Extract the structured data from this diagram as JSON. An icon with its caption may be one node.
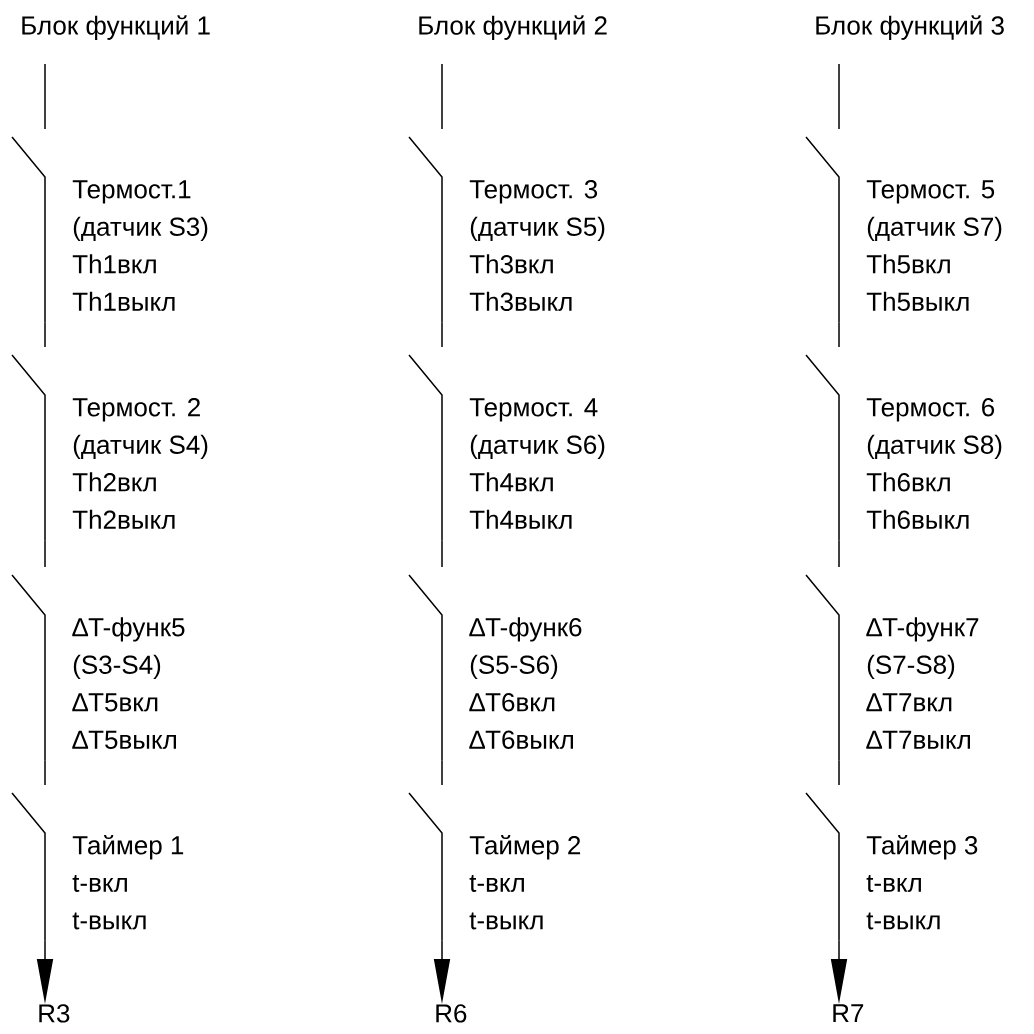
{
  "diagram": {
    "nodes": [
      {
        "text": [
          "Блок функций 1"
        ]
      },
      {
        "text": [
          "Термост.1",
          "(датчик S3)",
          "Th1вкл",
          "Th1выкл"
        ]
      },
      {
        "text": [
          "Термост. 2",
          "(датчик S4)",
          "Th2вкл",
          "Th2выкл"
        ]
      },
      {
        "text": [
          "∆T-функ5",
          "(S3-S4)",
          "∆T5вкл",
          "∆T5выкл"
        ]
      },
      {
        "text": [
          "Таймер 1",
          "t-вкл",
          "t-выкл"
        ]
      },
      {
        "text": [
          "R3"
        ]
      },
      {
        "text": [
          "Блок функций 2"
        ]
      },
      {
        "text": [
          "Термост. 3",
          "(датчик S5)",
          "Th3вкл",
          "Th3выкл"
        ]
      },
      {
        "text": [
          "Термост. 4",
          "(датчик S6)",
          "Th4вкл",
          "Th4выкл"
        ]
      },
      {
        "text": [
          "∆T-функ6",
          "(S5-S6)",
          "∆T6вкл",
          "∆T6выкл"
        ]
      },
      {
        "text": [
          "Таймер 2",
          "t-вкл",
          "t-выкл"
        ]
      },
      {
        "text": [
          "R6"
        ]
      },
      {
        "text": [
          "Блок функций 3"
        ]
      },
      {
        "text": [
          "Термост. 5",
          "(датчик S7)",
          "Th5вкл",
          "Th5выкл"
        ]
      },
      {
        "text": [
          "Термост. 6",
          "(датчик S8)",
          "Th6вкл",
          "Th6выкл"
        ]
      },
      {
        "text": [
          "∆T-функ7",
          "(S7-S8)",
          "∆T7вкл",
          "∆T7выкл"
        ]
      },
      {
        "text": [
          "Таймер 3",
          "t-вкл",
          "t-выкл"
        ]
      },
      {
        "text": [
          "R7"
        ]
      }
    ],
    "edges": [
      {
        "from": 0,
        "to": 1,
        "arrow": "none"
      },
      {
        "from": 1,
        "to": 2,
        "arrow": "none"
      },
      {
        "from": 2,
        "to": 3,
        "arrow": "none"
      },
      {
        "from": 3,
        "to": 4,
        "arrow": "none"
      },
      {
        "from": 4,
        "to": 5,
        "arrow": "to"
      },
      {
        "from": 6,
        "to": 7,
        "arrow": "none"
      },
      {
        "from": 7,
        "to": 8,
        "arrow": "none"
      },
      {
        "from": 8,
        "to": 9,
        "arrow": "none"
      },
      {
        "from": 9,
        "to": 10,
        "arrow": "none"
      },
      {
        "from": 10,
        "to": 11,
        "arrow": "to"
      },
      {
        "from": 12,
        "to": 13,
        "arrow": "none"
      },
      {
        "from": 13,
        "to": 14,
        "arrow": "none"
      },
      {
        "from": 14,
        "to": 15,
        "arrow": "none"
      },
      {
        "from": 15,
        "to": 16,
        "arrow": "none"
      },
      {
        "from": 16,
        "to": 17,
        "arrow": "to"
      }
    ]
  }
}
